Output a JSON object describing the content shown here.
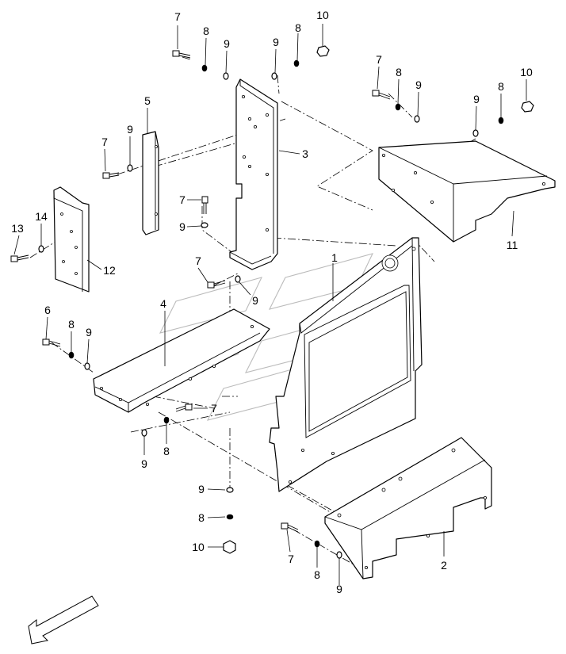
{
  "callouts": [
    {
      "id": "c1",
      "text": "1"
    },
    {
      "id": "c2",
      "text": "2"
    },
    {
      "id": "c3",
      "text": "3"
    },
    {
      "id": "c4",
      "text": "4"
    },
    {
      "id": "c5",
      "text": "5"
    },
    {
      "id": "c6",
      "text": "6"
    },
    {
      "id": "c7a",
      "text": "7"
    },
    {
      "id": "c8a",
      "text": "8"
    },
    {
      "id": "c9a",
      "text": "9"
    },
    {
      "id": "c9b",
      "text": "9"
    },
    {
      "id": "c8b",
      "text": "8"
    },
    {
      "id": "c10a",
      "text": "10"
    },
    {
      "id": "c7b",
      "text": "7"
    },
    {
      "id": "c8c",
      "text": "8"
    },
    {
      "id": "c9c",
      "text": "9"
    },
    {
      "id": "c9d",
      "text": "9"
    },
    {
      "id": "c8d",
      "text": "8"
    },
    {
      "id": "c10b",
      "text": "10"
    },
    {
      "id": "c7c",
      "text": "7"
    },
    {
      "id": "c9e",
      "text": "9"
    },
    {
      "id": "c7d",
      "text": "7"
    },
    {
      "id": "c9f",
      "text": "9"
    },
    {
      "id": "c7e",
      "text": "7"
    },
    {
      "id": "c9g",
      "text": "9"
    },
    {
      "id": "c13",
      "text": "13"
    },
    {
      "id": "c14",
      "text": "14"
    },
    {
      "id": "c12",
      "text": "12"
    },
    {
      "id": "c11",
      "text": "11"
    },
    {
      "id": "c8e",
      "text": "8"
    },
    {
      "id": "c9h",
      "text": "9"
    },
    {
      "id": "c7f",
      "text": "7"
    },
    {
      "id": "c9i",
      "text": "9"
    },
    {
      "id": "c8f",
      "text": "8"
    },
    {
      "id": "c9j",
      "text": "9"
    },
    {
      "id": "c8g",
      "text": "8"
    },
    {
      "id": "c10c",
      "text": "10"
    },
    {
      "id": "c7g",
      "text": "7"
    },
    {
      "id": "c8h",
      "text": "8"
    },
    {
      "id": "c9k",
      "text": "9"
    }
  ],
  "icons": {
    "direction_arrow": "front-direction-arrow-icon"
  }
}
